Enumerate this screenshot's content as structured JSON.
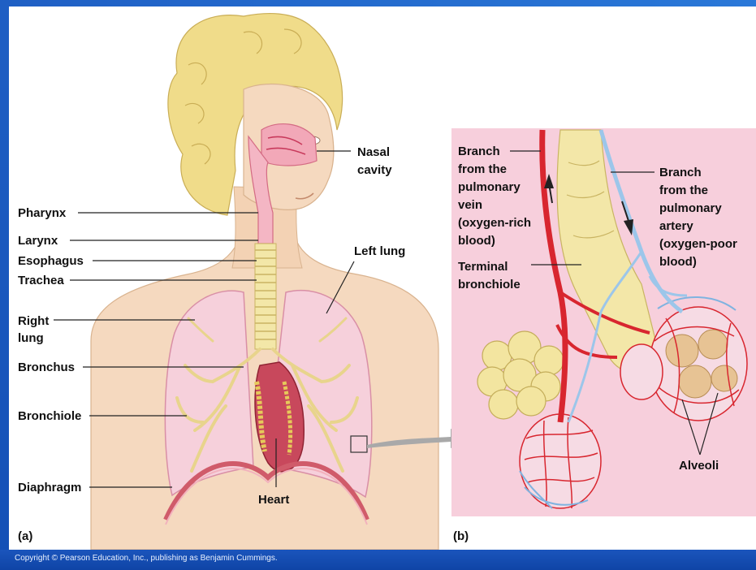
{
  "panel_a": {
    "tag": "(a)",
    "labels": {
      "nasal_cavity": [
        "Nasal",
        "cavity"
      ],
      "pharynx": "Pharynx",
      "larynx": "Larynx",
      "esophagus": "Esophagus",
      "trachea": "Trachea",
      "right_lung": [
        "Right",
        "lung"
      ],
      "bronchus": "Bronchus",
      "bronchiole": "Bronchiole",
      "diaphragm": "Diaphragm",
      "left_lung": "Left lung",
      "heart": "Heart"
    }
  },
  "panel_b": {
    "tag": "(b)",
    "labels": {
      "branch_vein": [
        "Branch",
        "from the",
        "pulmonary",
        "vein",
        "(oxygen-rich",
        "blood)"
      ],
      "terminal_bronchiole": [
        "Terminal",
        "bronchiole"
      ],
      "branch_artery": [
        "Branch",
        "from the",
        "pulmonary",
        "artery",
        "(oxygen-poor",
        "blood)"
      ],
      "alveoli": "Alveoli"
    }
  },
  "copyright": "Copyright © Pearson Education, Inc., publishing as Benjamin Cummings.",
  "colors": {
    "frame_blue": "#1c5bc2",
    "panel_b_background": "#f7cfdc",
    "skin": "#f5d9bf",
    "hair": "#f0dc8a",
    "vein_red": "#d8262f",
    "artery_blue": "#7fb3e0",
    "airway_yellow": "#f3e7a8"
  }
}
